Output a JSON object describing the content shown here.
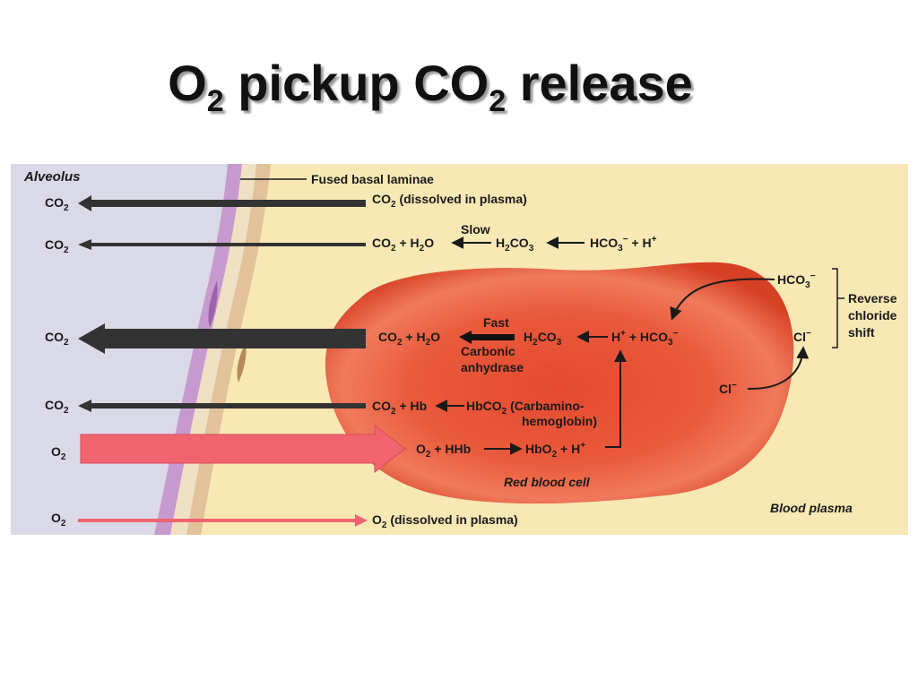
{
  "slide": {
    "title_o": "O",
    "title_sub1": "2",
    "title_mid": " pickup CO",
    "title_sub2": "2",
    "title_end": " release"
  },
  "diagram": {
    "alveolus_label": "Alveolus",
    "fused_label": "Fused basal laminae",
    "plasma_label": "Blood plasma",
    "rbc_label": "Red blood cell",
    "left_labels": {
      "co2_a": "CO",
      "co2_b": "CO",
      "co2_c": "CO",
      "co2_d": "CO",
      "o2_a": "O",
      "o2_b": "O",
      "sub": "2"
    },
    "row1": {
      "co": "CO",
      "sub": "2",
      "text": " (dissolved in plasma)"
    },
    "row2": {
      "p1": "CO",
      "s1": "2",
      "p2": " + H",
      "s2": "2",
      "p3": "O",
      "slow": "Slow",
      "p4": "H",
      "s3": "2",
      "p5": "CO",
      "s4": "3",
      "p6": "HCO",
      "s5": "3",
      "sup1": "−",
      "p7": " + H",
      "sup2": "+"
    },
    "row3": {
      "p1": "CO",
      "s1": "2",
      "p2": " + H",
      "s2": "2",
      "p3": "O",
      "fast": "Fast",
      "p4": "H",
      "s3": "2",
      "p5": "CO",
      "s4": "3",
      "p6": "H",
      "sup1": "+",
      "p7": " + HCO",
      "s5": "3",
      "sup2": "−",
      "carbonic": "Carbonic",
      "anhydrase": "anhydrase"
    },
    "row4": {
      "p1": "CO",
      "s1": "2",
      "p2": " + Hb",
      "p3": "HbCO",
      "s2": "2",
      "p4": " (Carbamino-",
      "p5": "hemoglobin)"
    },
    "row5": {
      "p1": "O",
      "s1": "2",
      "p2": " + HHb",
      "p3": "HbO",
      "s2": "2",
      "p4": " + H",
      "sup1": "+"
    },
    "row6": {
      "p1": "O",
      "s1": "2",
      "p2": " (dissolved in plasma)"
    },
    "chloride": {
      "hco": "HCO",
      "s1": "3",
      "sup1": "−",
      "cl_in": "Cl",
      "sup2": "−",
      "cl_out": "Cl",
      "sup3": "−",
      "reverse": "Reverse",
      "chloride": "chloride",
      "shift": "shift"
    }
  },
  "colors": {
    "alveolus": "#d8d8e6",
    "plasma": "#f7e8b4",
    "rbc": "#e84a2c",
    "co2_arrow": "#3a3a3a",
    "o2_arrow": "#f06470"
  }
}
